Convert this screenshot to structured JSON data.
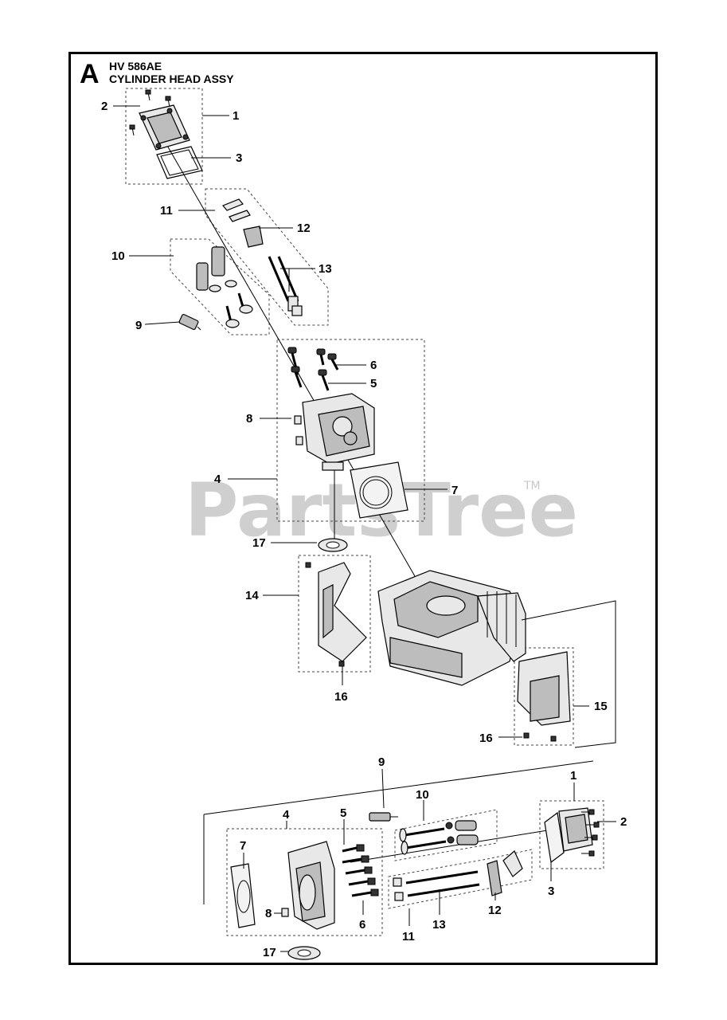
{
  "header": {
    "section_letter": "A",
    "model": "HV 586AE",
    "assembly_name": "CYLINDER HEAD ASSY"
  },
  "watermark": {
    "text": "PartsTree",
    "trademark": "TM"
  },
  "callouts_upper": [
    "1",
    "2",
    "3",
    "11",
    "12",
    "10",
    "13",
    "9",
    "6",
    "5",
    "8",
    "4",
    "7",
    "17",
    "14",
    "16",
    "15",
    "16"
  ],
  "callouts_lower": [
    "9",
    "1",
    "10",
    "4",
    "5",
    "2",
    "7",
    "3",
    "8",
    "6",
    "12",
    "13",
    "17",
    "11"
  ]
}
